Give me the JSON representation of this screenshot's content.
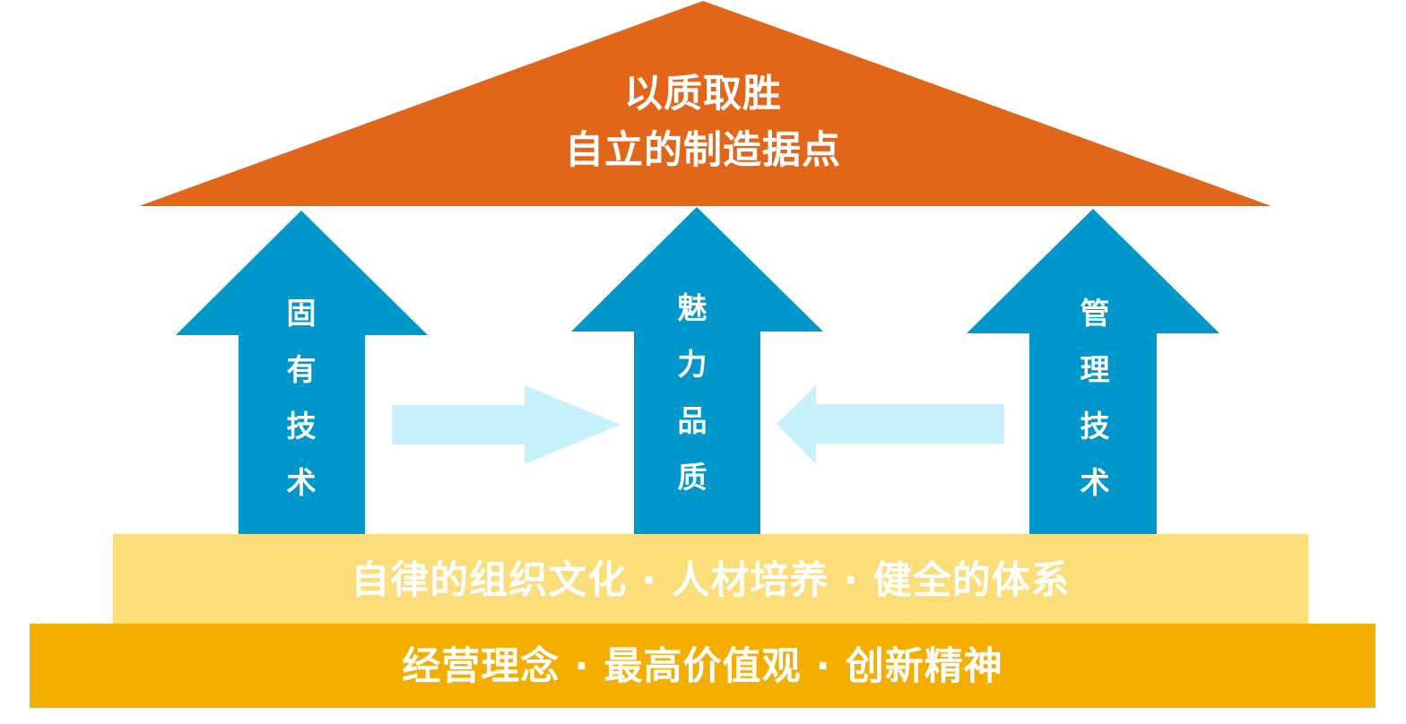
{
  "roof": {
    "title": "以质取胜",
    "subtitle": "自立的制造据点"
  },
  "pillars": [
    {
      "chars": [
        "固",
        "有",
        "技",
        "术"
      ]
    },
    {
      "chars": [
        "魅",
        "力",
        "品",
        "质"
      ]
    },
    {
      "chars": [
        "管",
        "理",
        "技",
        "术"
      ]
    }
  ],
  "foundation_upper": "自律的组织文化 · 人材培养 · 健全的体系",
  "foundation_lower": "经营理念 · 最高价值观 · 创新精神",
  "colors": {
    "roof": "#E2661A",
    "pillar": "#0098CB",
    "flow_arrow": "#C7F2FC",
    "foundation_upper": "#FBDD7A",
    "foundation_lower": "#F4AE00"
  }
}
